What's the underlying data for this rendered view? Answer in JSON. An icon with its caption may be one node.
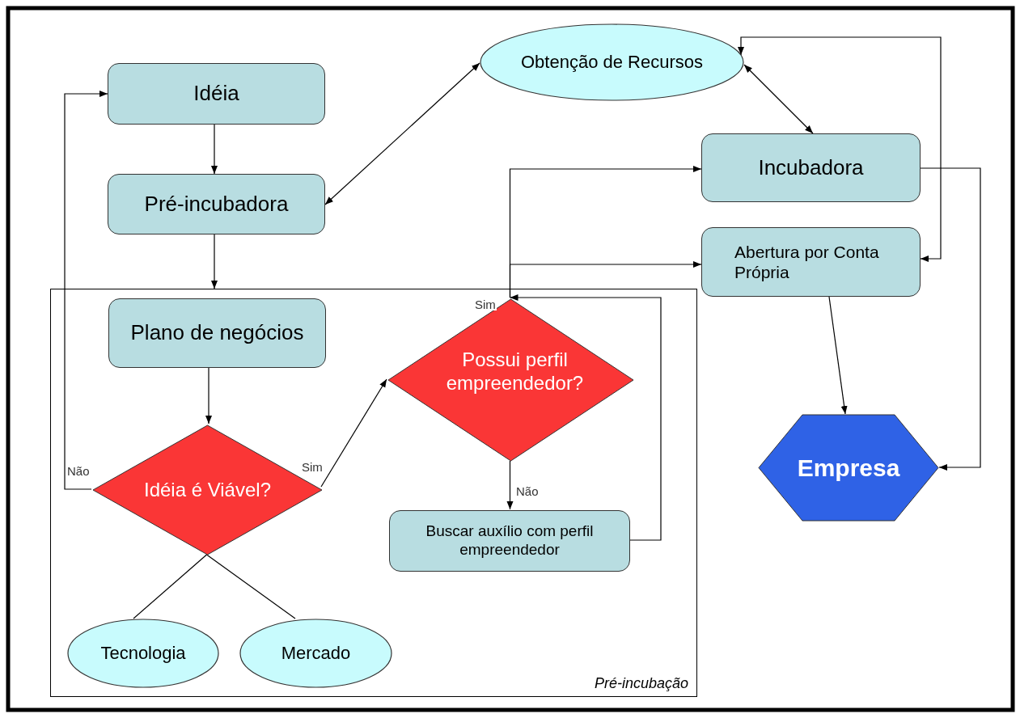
{
  "diagram": {
    "nodes": [
      {
        "text": [
          "Idéia"
        ]
      },
      {
        "text": [
          "Pré-incubadora"
        ]
      },
      {
        "text": [
          "Obtenção de Recursos"
        ]
      },
      {
        "text": [
          "Incubadora"
        ]
      },
      {
        "text": [
          "Abertura por Conta Própria"
        ]
      },
      {
        "text": [
          "Pré-incubação"
        ]
      },
      {
        "text": [
          "Plano de negócios"
        ],
        "in": 5
      },
      {
        "text": [
          "Idéia é Viável?"
        ],
        "in": 5
      },
      {
        "text": [
          "Possui perfil empreendedor?"
        ],
        "in": 5
      },
      {
        "text": [
          "Buscar auxílio com perfil empreendedor"
        ],
        "in": 5
      },
      {
        "text": [
          "Tecnologia"
        ],
        "in": 5
      },
      {
        "text": [
          "Mercado"
        ],
        "in": 5
      },
      {
        "text": [
          "Empresa"
        ]
      }
    ],
    "edges": [
      {
        "from": 0,
        "to": 1,
        "arrow": "to"
      },
      {
        "from": 1,
        "to": 5,
        "arrow": "to"
      },
      {
        "from": 1,
        "to": 2,
        "arrow": "both"
      },
      {
        "from": 2,
        "to": 3,
        "arrow": "both"
      },
      {
        "from": 2,
        "to": 4,
        "arrow": "both"
      },
      {
        "from": 3,
        "to": 12,
        "arrow": "to"
      },
      {
        "from": 4,
        "to": 12,
        "arrow": "to"
      },
      {
        "from": 6,
        "to": 7,
        "arrow": "to"
      },
      {
        "from": 7,
        "to": 0,
        "arrow": "to",
        "label": "Não"
      },
      {
        "from": 7,
        "to": 8,
        "arrow": "to",
        "label": "Sim"
      },
      {
        "from": 8,
        "to": 9,
        "arrow": "to",
        "label": "Não"
      },
      {
        "from": 9,
        "to": 8,
        "arrow": "to"
      },
      {
        "from": 8,
        "to": 3,
        "arrow": "to",
        "label": "Sim"
      },
      {
        "from": 8,
        "to": 4,
        "arrow": "to"
      },
      {
        "from": 7,
        "to": 10,
        "arrow": "none"
      },
      {
        "from": 7,
        "to": 11,
        "arrow": "none"
      }
    ]
  }
}
